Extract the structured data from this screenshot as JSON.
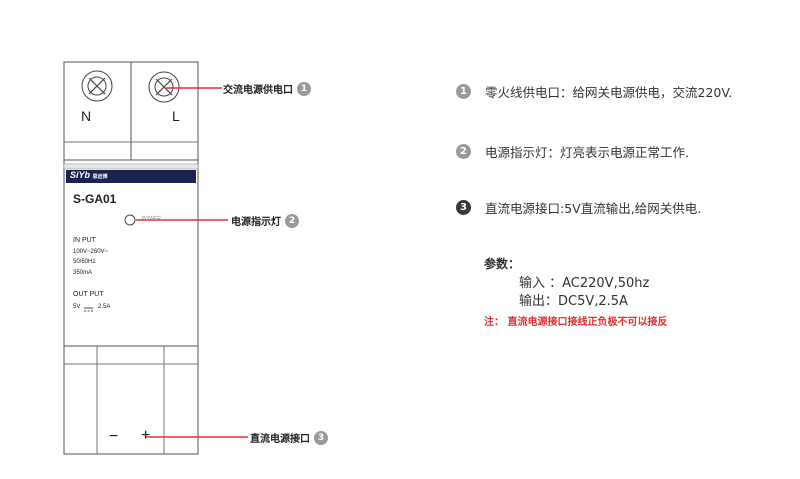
{
  "device": {
    "terminal_left": "N",
    "terminal_right": "L",
    "brand": "SiYb",
    "brand_sub": "思远博",
    "model": "S-GA01",
    "power_label": "POWER",
    "input_title": "IN PUT",
    "input_voltage": "100V~260V~",
    "input_freq": "50/60Hz",
    "input_current": "350mA",
    "output_title": "OUT PUT",
    "output_voltage": "5V",
    "output_current": "2.5A",
    "minus": "−",
    "plus": "+"
  },
  "callouts": [
    {
      "label": "交流电源供电口",
      "num": "1"
    },
    {
      "label": "电源指示灯",
      "num": "2"
    },
    {
      "label": "直流电源接口",
      "num": "3"
    }
  ],
  "descriptions": [
    {
      "num": "1",
      "text": "零火线供电口：给网关电源供电，交流220V."
    },
    {
      "num": "2",
      "text": "电源指示灯：灯亮表示电源正常工作."
    },
    {
      "num": "3",
      "text": "直流电源接口:5V直流输出,给网关供电."
    }
  ],
  "params": {
    "title": "参数：",
    "input": "输入 ：AC220V,50hz",
    "output": "输出：DC5V,2.5A"
  },
  "note": "注： 直流电源接口接线正负极不可以接反",
  "colors": {
    "accent_line": "#e03030",
    "brand_bar": "#1a2250",
    "note": "#e03030"
  }
}
